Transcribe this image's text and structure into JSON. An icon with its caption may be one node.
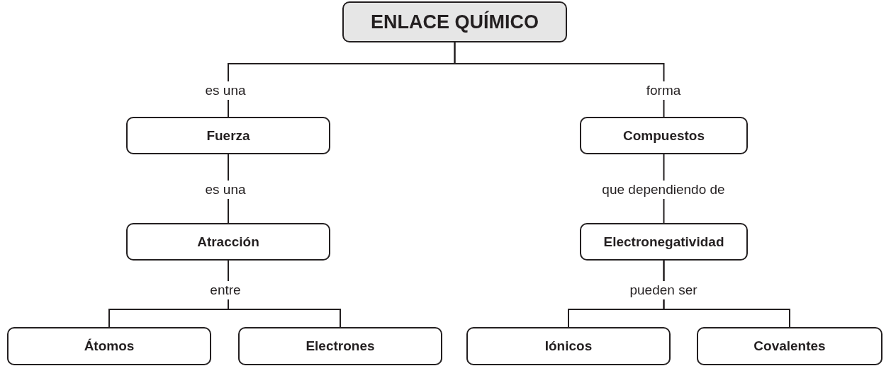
{
  "diagram": {
    "nodes": [
      {
        "text": [
          "ENLACE QUÍMICO"
        ]
      },
      {
        "text": [
          "Fuerza"
        ]
      },
      {
        "text": [
          "Compuestos"
        ]
      },
      {
        "text": [
          "Atracción"
        ]
      },
      {
        "text": [
          "Electronegatividad"
        ]
      },
      {
        "text": [
          "Átomos"
        ]
      },
      {
        "text": [
          "Electrones"
        ]
      },
      {
        "text": [
          "Iónicos"
        ]
      },
      {
        "text": [
          "Covalentes"
        ]
      }
    ],
    "edges": [
      {
        "from": 0,
        "to": 1,
        "arrow": "none",
        "label": "es una"
      },
      {
        "from": 0,
        "to": 2,
        "arrow": "none",
        "label": "forma"
      },
      {
        "from": 1,
        "to": 3,
        "arrow": "none",
        "label": "es una"
      },
      {
        "from": 2,
        "to": 4,
        "arrow": "none",
        "label": "que dependiendo de"
      },
      {
        "from": 3,
        "to": 5,
        "arrow": "none",
        "label": "entre"
      },
      {
        "from": 3,
        "to": 6,
        "arrow": "none"
      },
      {
        "from": 4,
        "to": 7,
        "arrow": "none",
        "label": "pueden ser"
      },
      {
        "from": 4,
        "to": 8,
        "arrow": "none"
      }
    ]
  }
}
